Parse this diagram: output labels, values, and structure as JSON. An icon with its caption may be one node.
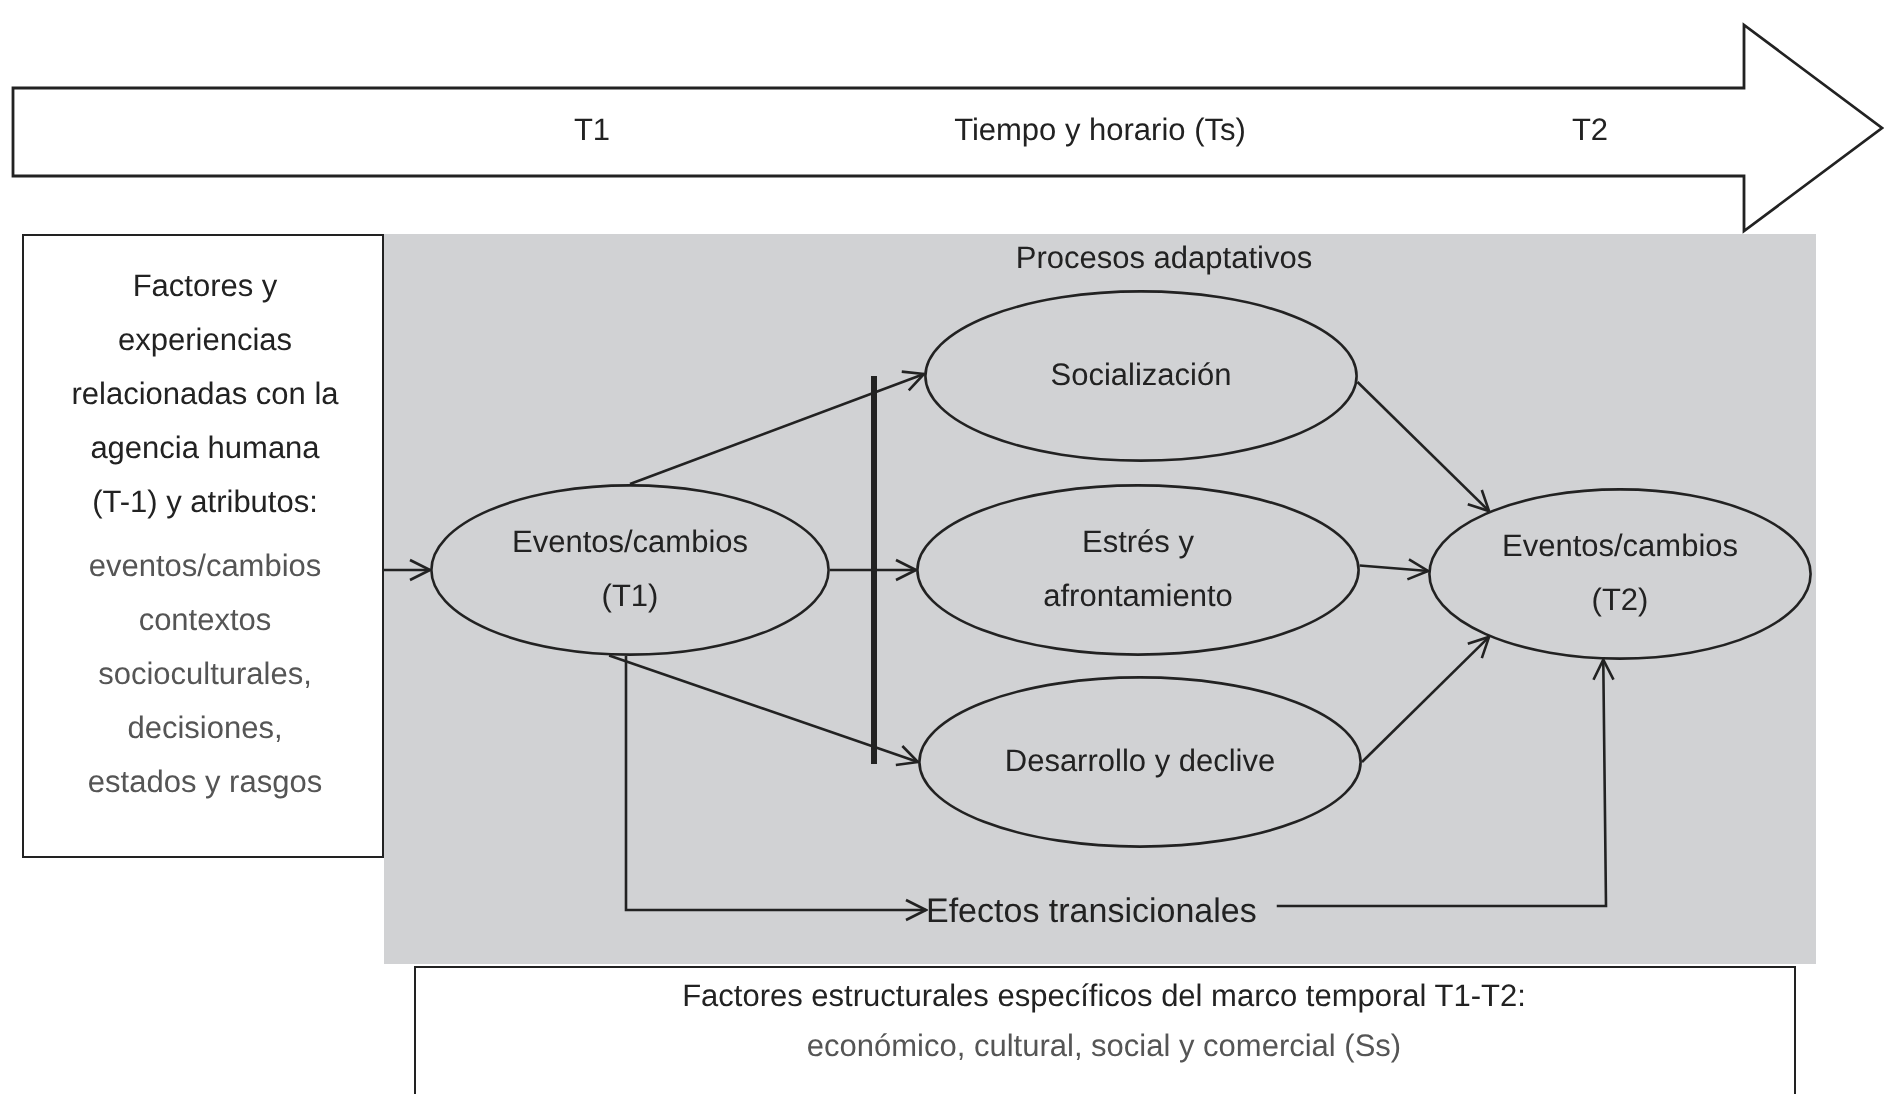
{
  "diagram": {
    "nodes": [
      {
        "text": [
          "T1",
          "Tiempo y horario (Ts)",
          "T2"
        ]
      },
      {
        "text": [
          "Factores y experiencias relacionadas con la agencia humana (T-1) y atributos:",
          "eventos/cambios contextos socioculturales, decisiones, estados y rasgos"
        ]
      },
      {
        "text": [
          "Procesos adaptativos"
        ]
      },
      {
        "text": [
          "Eventos/cambios (T1)"
        ],
        "in": 2
      },
      {
        "text": [
          "Socialización"
        ],
        "in": 2
      },
      {
        "text": [
          "Estrés y afrontamiento"
        ],
        "in": 2
      },
      {
        "text": [
          "Desarrollo y declive"
        ],
        "in": 2
      },
      {
        "text": [
          "Eventos/cambios (T2)"
        ],
        "in": 2
      },
      {
        "text": [
          "Efectos transicionales"
        ],
        "in": 2
      },
      {
        "text": [
          "Factores estructurales específicos del marco temporal T1-T2:",
          "económico, cultural, social y comercial (Ss)"
        ]
      }
    ],
    "edges": [
      {
        "from": 1,
        "to": 3,
        "arrow": "to"
      },
      {
        "from": 3,
        "to": 4,
        "arrow": "to"
      },
      {
        "from": 3,
        "to": 5,
        "arrow": "to"
      },
      {
        "from": 3,
        "to": 6,
        "arrow": "to"
      },
      {
        "from": 4,
        "to": 7,
        "arrow": "to"
      },
      {
        "from": 5,
        "to": 7,
        "arrow": "to"
      },
      {
        "from": 6,
        "to": 7,
        "arrow": "to"
      },
      {
        "from": 3,
        "to": 8,
        "arrow": "to"
      },
      {
        "from": 8,
        "to": 7,
        "arrow": "to"
      }
    ]
  }
}
